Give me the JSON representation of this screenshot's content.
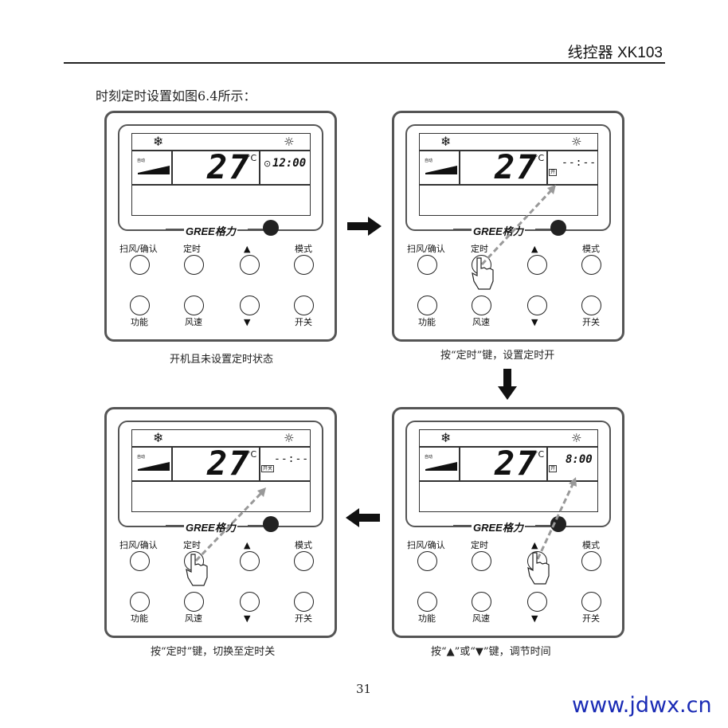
{
  "header": {
    "title": "线控器 XK103"
  },
  "intro": "时刻定时设置如图6.4所示：",
  "logo": "GREE格力",
  "buttons": {
    "swing_confirm": "扫风/确认",
    "timer": "定时",
    "up": "▲",
    "mode": "模式",
    "function": "功能",
    "fan_speed": "风速",
    "down": "▼",
    "on_off": "开关"
  },
  "screen_common": {
    "temperature": "27",
    "degree": "°C",
    "auto": "自动",
    "snow_icon": "❄",
    "bulb_icon": "☼"
  },
  "panels": [
    {
      "caption": "开机且未设置定时状态",
      "time": "12:00",
      "tag": ""
    },
    {
      "caption": "按“定时”键，设置定时开",
      "time": "--:--",
      "tag": "开"
    },
    {
      "caption": "按“▲”或“▼”键，调节时间",
      "time": "8:00",
      "tag": "开"
    },
    {
      "caption": "按“定时”键，切换至定时关",
      "time": "--:--",
      "tag": "开关"
    }
  ],
  "page_number": "31",
  "watermark": "www.jdwx.cn"
}
